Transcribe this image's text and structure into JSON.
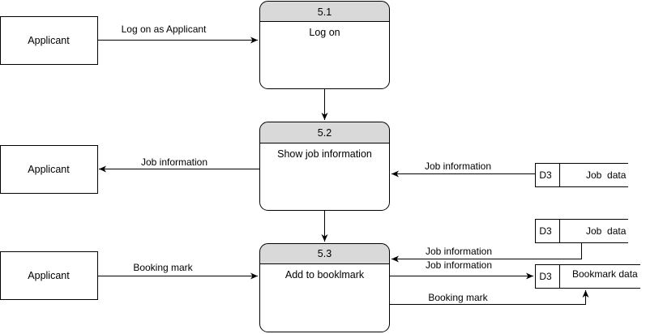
{
  "entities": {
    "applicant_top": "Applicant",
    "applicant_middle": "Applicant",
    "applicant_bottom": "Applicant"
  },
  "processes": {
    "p1": {
      "id": "5.1",
      "label": "Log on"
    },
    "p2": {
      "id": "5.2",
      "label": "Show job information"
    },
    "p3": {
      "id": "5.3",
      "label": "Add to booklmark"
    }
  },
  "stores": {
    "job_data_1": {
      "id": "D3",
      "label": "Job  data"
    },
    "job_data_2": {
      "id": "D3",
      "label": "Job  data"
    },
    "bookmark_data": {
      "id": "D3",
      "label": "Bookmark data"
    }
  },
  "flows": {
    "log_on": "Log on as Applicant",
    "job_info_to_applicant": "Job information",
    "job_info_from_store": "Job information",
    "job_info_to_p3": "Job information",
    "job_info_to_bookmark": "Job information",
    "booking_mark_in": "Booking mark",
    "booking_mark_out": "Booking mark"
  },
  "colors": {
    "stroke": "#000000",
    "process_header": "#d9d9d9",
    "background": "#ffffff"
  }
}
